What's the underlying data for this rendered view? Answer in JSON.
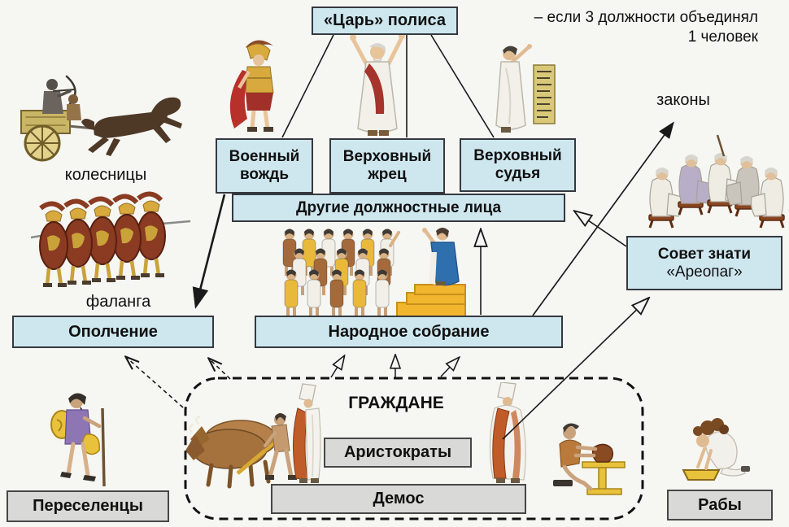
{
  "diagram": {
    "king": "«Царь» полиса",
    "note_line1": "– если 3 должности объединял",
    "note_line2": "1 человек",
    "laws": "законы",
    "war_chief": "Военный вождь",
    "high_priest": "Верховный жрец",
    "high_judge": "Верховный судья",
    "other_officials": "Другие должностные лица",
    "council_line1": "Совет знати",
    "council_line2": "«Ареопаг»",
    "chariots": "колесницы",
    "phalanx": "фаланга",
    "militia": "Ополчение",
    "assembly": "Народное собрание",
    "citizens": "ГРАЖДАНЕ",
    "aristocrats": "Аристократы",
    "demos": "Демос",
    "settlers": "Переселенцы",
    "slaves": "Рабы"
  },
  "colors": {
    "box_blue": "#cee7ef",
    "box_gray": "#d9d9d8",
    "box_border": "#35393f",
    "arrow": "#1a1a1a",
    "accent_red": "#b8302a",
    "accent_gold": "#e8b93a",
    "accent_blue": "#2f6fae"
  },
  "illustrations": [
    "chariot-with-archer",
    "war-chief-warrior",
    "high-priest",
    "high-judge-with-law-stele",
    "phalanx-soldiers",
    "council-of-elders",
    "assembly-crowd",
    "speaker-on-podium",
    "plowman-with-oxen",
    "aristocrat-left",
    "aristocrat-right",
    "craftsman-at-table",
    "settler-with-staff",
    "kneeling-slave"
  ]
}
